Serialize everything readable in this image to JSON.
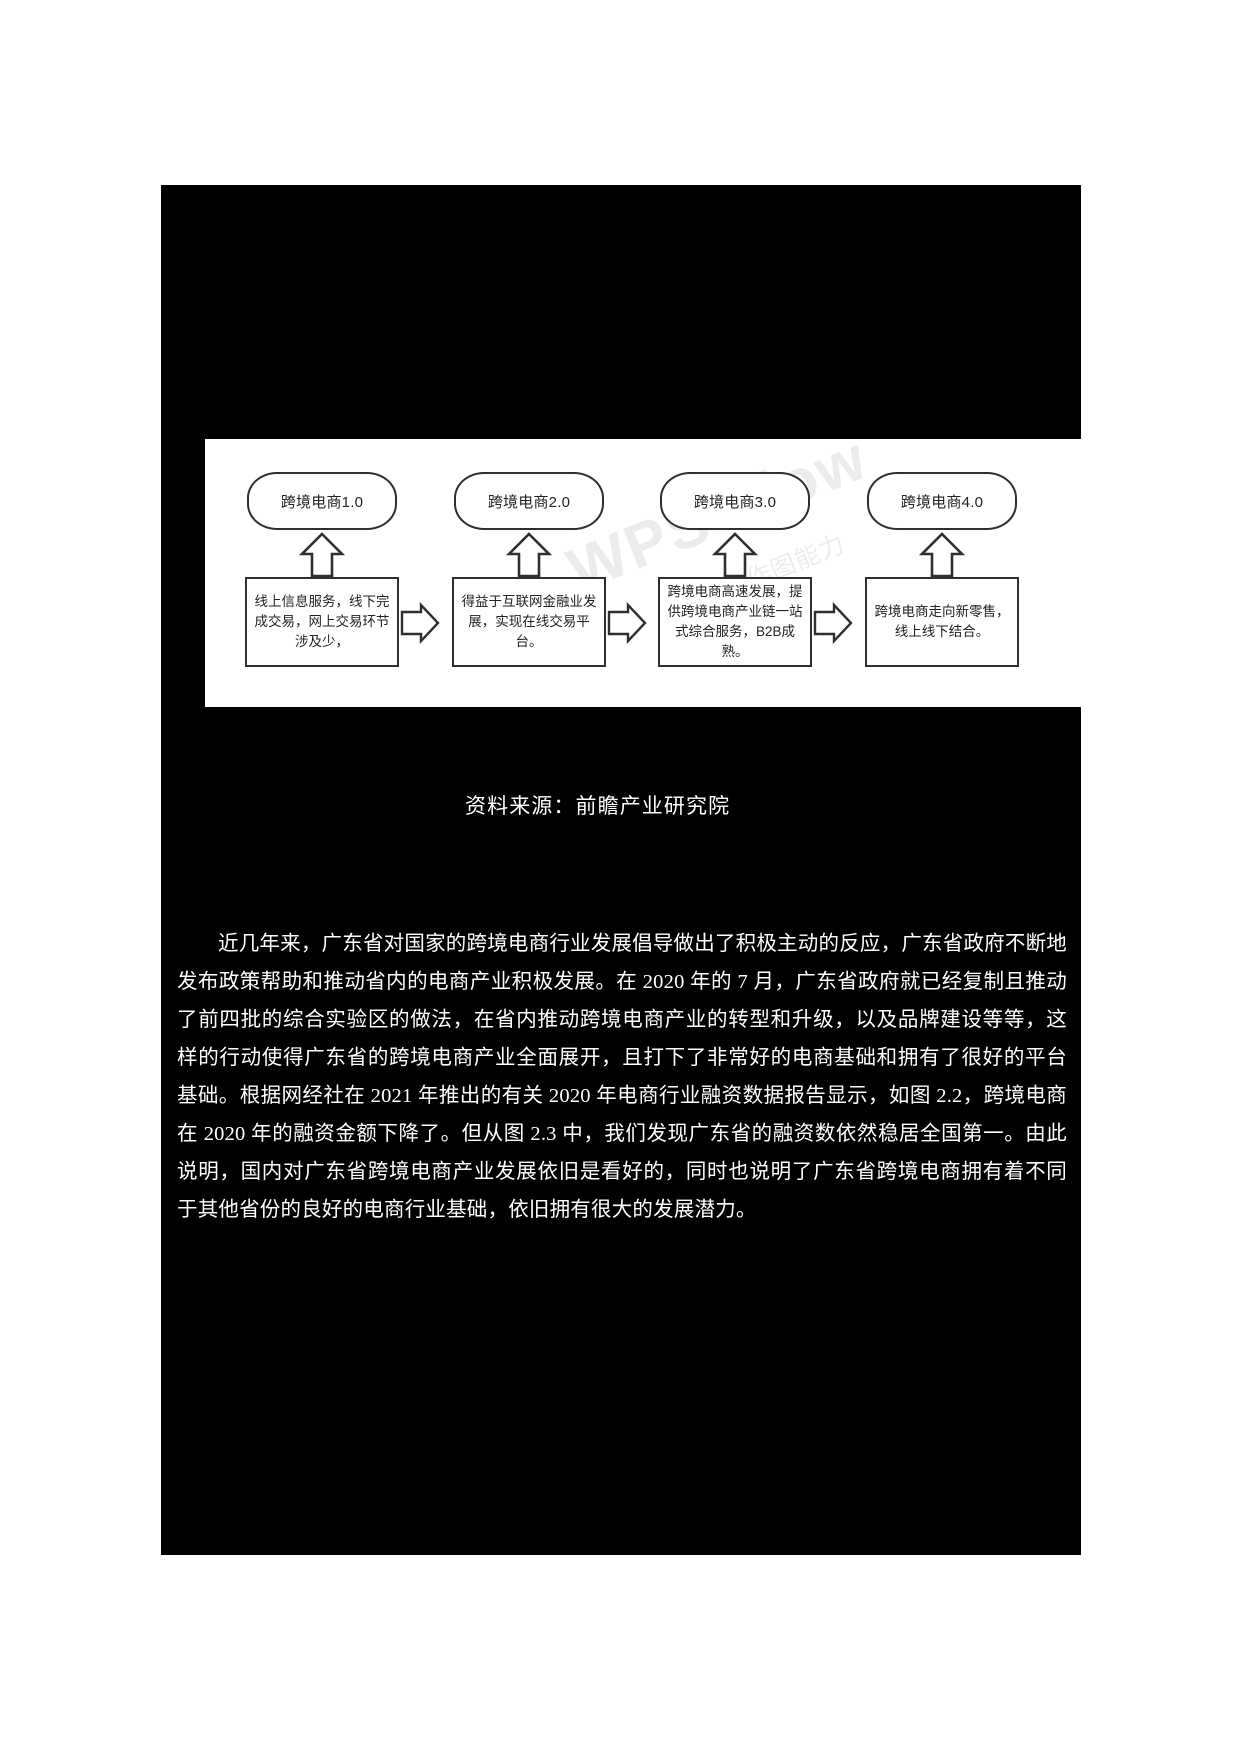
{
  "document": {
    "figure": {
      "watermark": {
        "main": "WPS Flow",
        "sub": "可提供作图能力"
      },
      "stages": [
        {
          "title": "跨境电商1.0",
          "description": "线上信息服务，线下完成交易，网上交易环节涉及少，"
        },
        {
          "title": "跨境电商2.0",
          "description": "得益于互联网金融业发展，实现在线交易平台。"
        },
        {
          "title": "跨境电商3.0",
          "description": "跨境电商高速发展，提供跨境电商产业链一站式综合服务，B2B成熟。"
        },
        {
          "title": "跨境电商4.0",
          "description": "跨境电商走向新零售，线上线下结合。"
        }
      ]
    },
    "source_caption": "资料来源：前瞻产业研究院",
    "paragraph": "近几年来，广东省对国家的跨境电商行业发展倡导做出了积极主动的反应，广东省政府不断地发布政策帮助和推动省内的电商产业积极发展。在 2020 年的 7 月，广东省政府就已经复制且推动了前四批的综合实验区的做法，在省内推动跨境电商产业的转型和升级，以及品牌建设等等，这样的行动使得广东省的跨境电商产业全面展开，且打下了非常好的电商基础和拥有了很好的平台基础。根据网经社在 2021 年推出的有关 2020 年电商行业融资数据报告显示，如图 2.2，跨境电商在 2020 年的融资金额下降了。但从图 2.3 中，我们发现广东省的融资数依然稳居全国第一。由此说明，国内对广东省跨境电商产业发展依旧是看好的，同时也说明了广东省跨境电商拥有着不同于其他省份的良好的电商行业基础，依旧拥有很大的发展潜力。"
  }
}
